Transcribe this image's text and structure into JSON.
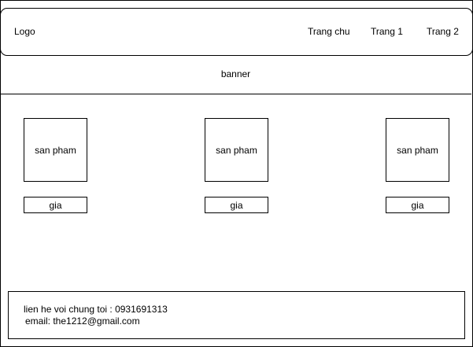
{
  "header": {
    "logo": "Logo",
    "nav": [
      "Trang chu",
      "Trang 1",
      "Trang 2"
    ]
  },
  "banner": {
    "label": "banner"
  },
  "products": [
    {
      "name": "san pham",
      "price": "gia"
    },
    {
      "name": "san pham",
      "price": "gia"
    },
    {
      "name": "san pham",
      "price": "gia"
    }
  ],
  "footer": {
    "contact": "lien he voi chung toi : 0931691313",
    "email": "email: the1212@gmail.com"
  }
}
